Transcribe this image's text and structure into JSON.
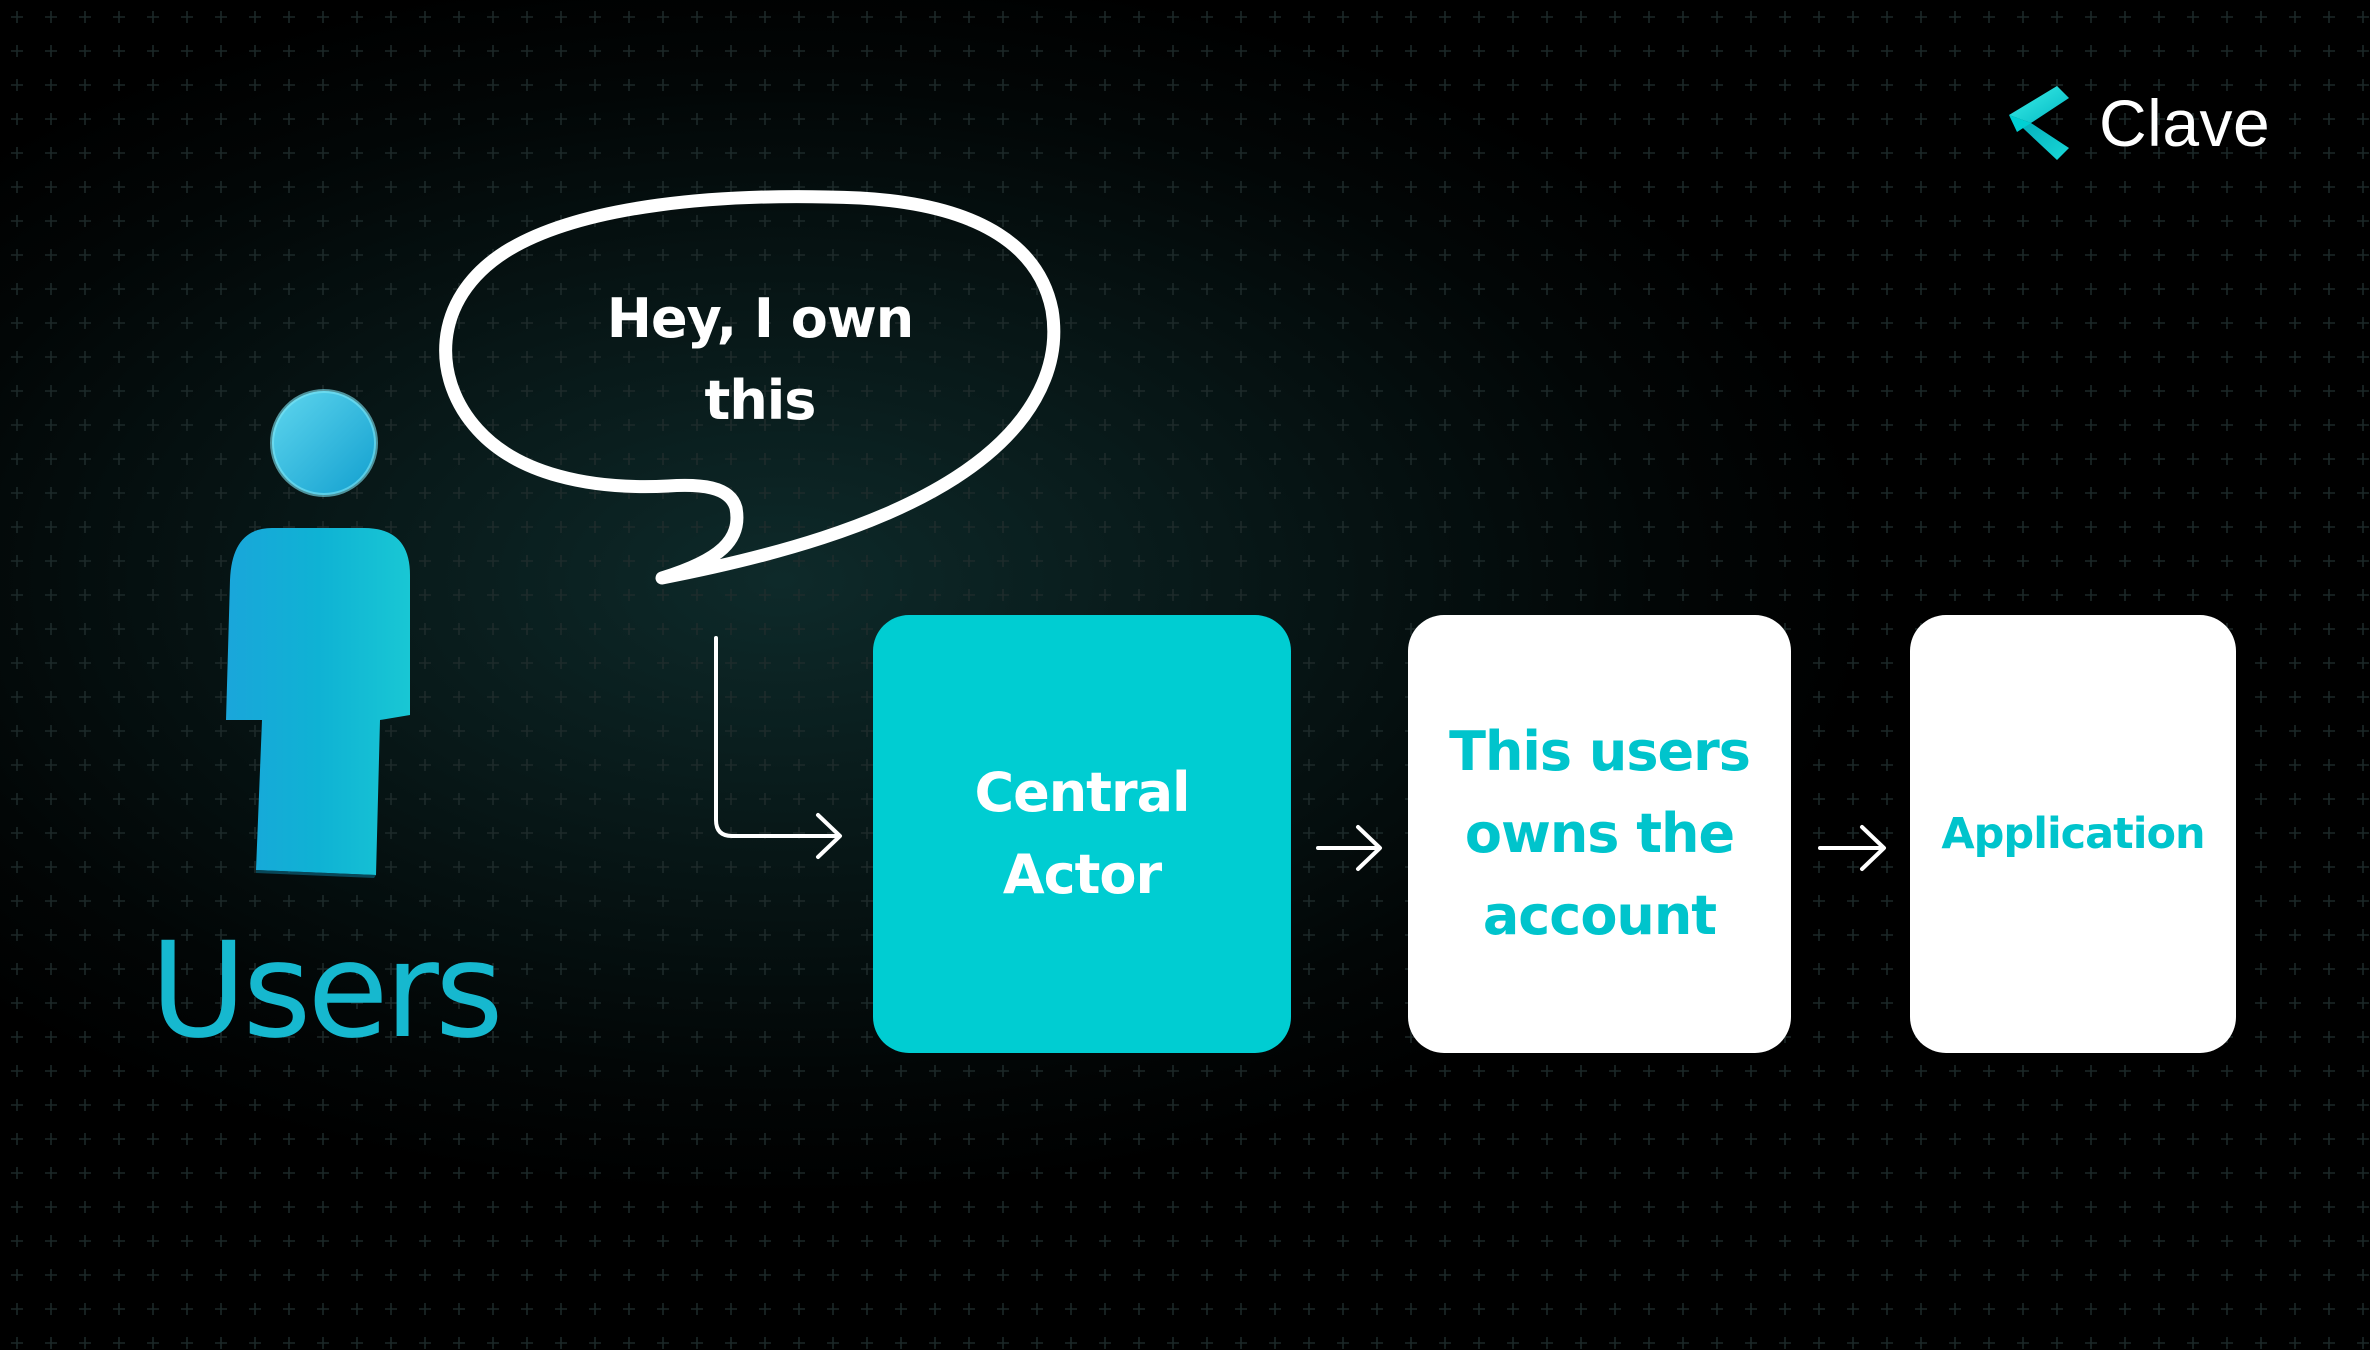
{
  "brand": {
    "name": "Clave",
    "logo_icon": "chevron-left-logo-icon",
    "accent_color": "#00cdd2"
  },
  "speech_bubble": {
    "text": "Hey, I own\nthis"
  },
  "user": {
    "label": "Users",
    "icon": "person-icon",
    "color": "#16b8cf"
  },
  "flow": {
    "boxes": [
      {
        "id": "central-actor",
        "label": "Central\nActor",
        "fill": "#00cdd2",
        "text_color": "#ffffff"
      },
      {
        "id": "owner",
        "label": "This users\nowns the\naccount",
        "fill": "#ffffff",
        "text_color": "#00c4cc"
      },
      {
        "id": "application",
        "label": "Application",
        "fill": "#ffffff",
        "text_color": "#00c4cc"
      }
    ],
    "connector_icon": "arrow-right-icon"
  },
  "background": {
    "base_color": "#000000",
    "pattern": "plus-grid"
  }
}
